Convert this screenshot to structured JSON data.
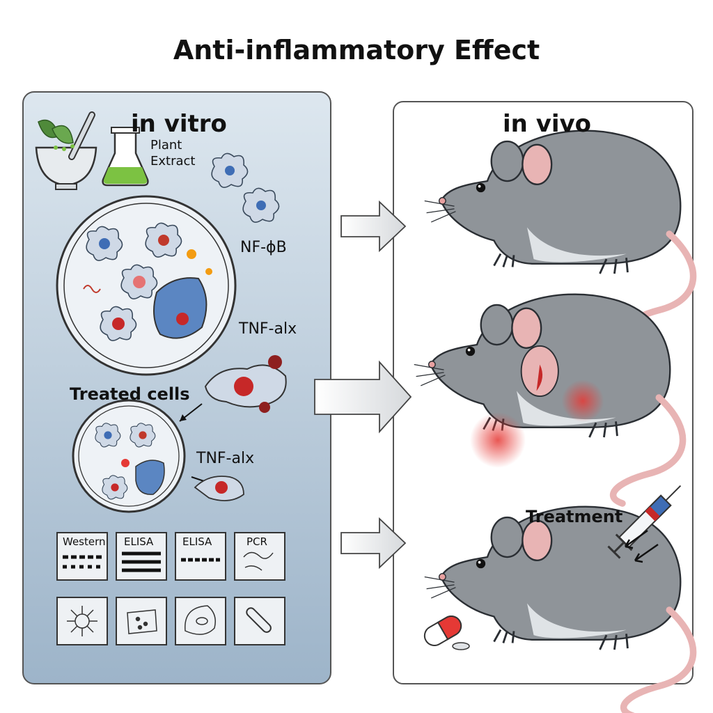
{
  "title": "Anti-inflammatory Effect",
  "in_vitro": {
    "heading": "in vitro",
    "extract_label_line1": "Plant",
    "extract_label_line2": "Extract",
    "marker_1": "NF-ϕB",
    "marker_2": "TNF-alx",
    "treated_cells": "Treated cells",
    "marker_3": "TNF-alx",
    "assays": [
      "Western",
      "ELISA",
      "ELISA",
      "PCR"
    ],
    "icons": [
      "macrophage-icon",
      "cell-icon",
      "tissue-icon",
      "test-tube-icon"
    ]
  },
  "in_vivo": {
    "heading": "in vivo",
    "treatment": "Treatment",
    "stages": [
      "healthy-mouse",
      "inflamed-mouse",
      "treated-mouse"
    ]
  },
  "colors": {
    "panel_blue_top": "#dce6ee",
    "panel_blue_bottom": "#9fb6cb",
    "mouse_gray": "#8f9499",
    "inflammation_red": "#e53935",
    "extract_green": "#7cc242"
  }
}
